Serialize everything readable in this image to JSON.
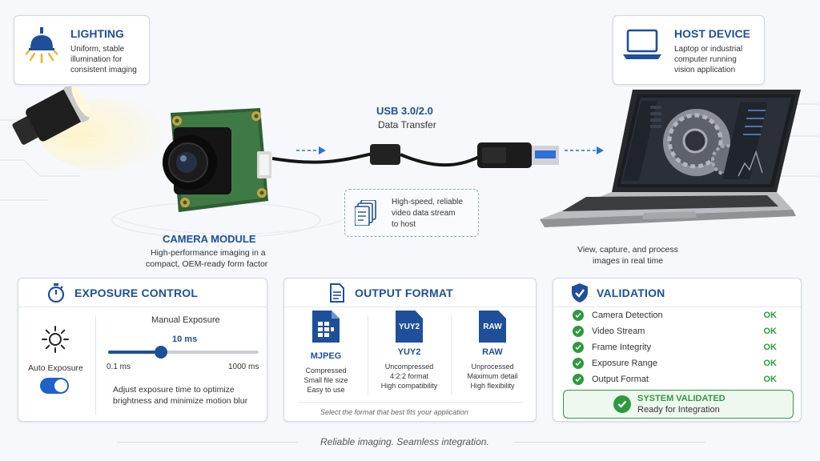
{
  "lighting": {
    "title": "LIGHTING",
    "desc1": "Uniform, stable",
    "desc2": "illumination for",
    "desc3": "consistent imaging"
  },
  "host": {
    "title": "HOST DEVICE",
    "desc1": "Laptop or industrial",
    "desc2": "computer running",
    "desc3": "vision application"
  },
  "usb": {
    "title": "USB 3.0/2.0",
    "subtitle": "Data Transfer",
    "info1": "High-speed, reliable",
    "info2": "video data stream",
    "info3": "to host"
  },
  "camera": {
    "title": "CAMERA MODULE",
    "desc1": "High-performance imaging in a",
    "desc2": "compact, OEM-ready form factor"
  },
  "laptop_caption": {
    "line1": "View, capture, and process",
    "line2": "images in real time"
  },
  "exposure": {
    "title": "EXPOSURE CONTROL",
    "auto_label": "Auto Exposure",
    "manual_label": "Manual Exposure",
    "value": "10 ms",
    "min": "0.1 ms",
    "max": "1000 ms",
    "slider_fraction": 0.34,
    "auto_on": true,
    "help1": "Adjust exposure time to optimize",
    "help2": "brightness and minimize motion blur"
  },
  "output": {
    "title": "OUTPUT FORMAT",
    "formats": [
      {
        "icon_text": "",
        "name": "MJPEG",
        "d1": "Compressed",
        "d2": "Small file size",
        "d3": "Easy to use"
      },
      {
        "icon_text": "YUY2",
        "name": "YUY2",
        "d1": "Uncompressed",
        "d2": "4:2:2 format",
        "d3": "High compatibility"
      },
      {
        "icon_text": "RAW",
        "name": "RAW",
        "d1": "Unprocessed",
        "d2": "Maximum detail",
        "d3": "High flexibility"
      }
    ],
    "footer": "Select the format that best fits your application"
  },
  "validation": {
    "title": "VALIDATION",
    "items": [
      {
        "label": "Camera Detection",
        "status": "OK"
      },
      {
        "label": "Video Stream",
        "status": "OK"
      },
      {
        "label": "Frame Integrity",
        "status": "OK"
      },
      {
        "label": "Exposure Range",
        "status": "OK"
      },
      {
        "label": "Output Format",
        "status": "OK"
      }
    ],
    "system_title": "SYSTEM VALIDATED",
    "system_sub": "Ready for Integration"
  },
  "tagline": "Reliable imaging. Seamless integration.",
  "colors": {
    "accent": "#1e4f9a",
    "ok": "#2e9a3e",
    "usb_blue": "#2f6fd6"
  }
}
